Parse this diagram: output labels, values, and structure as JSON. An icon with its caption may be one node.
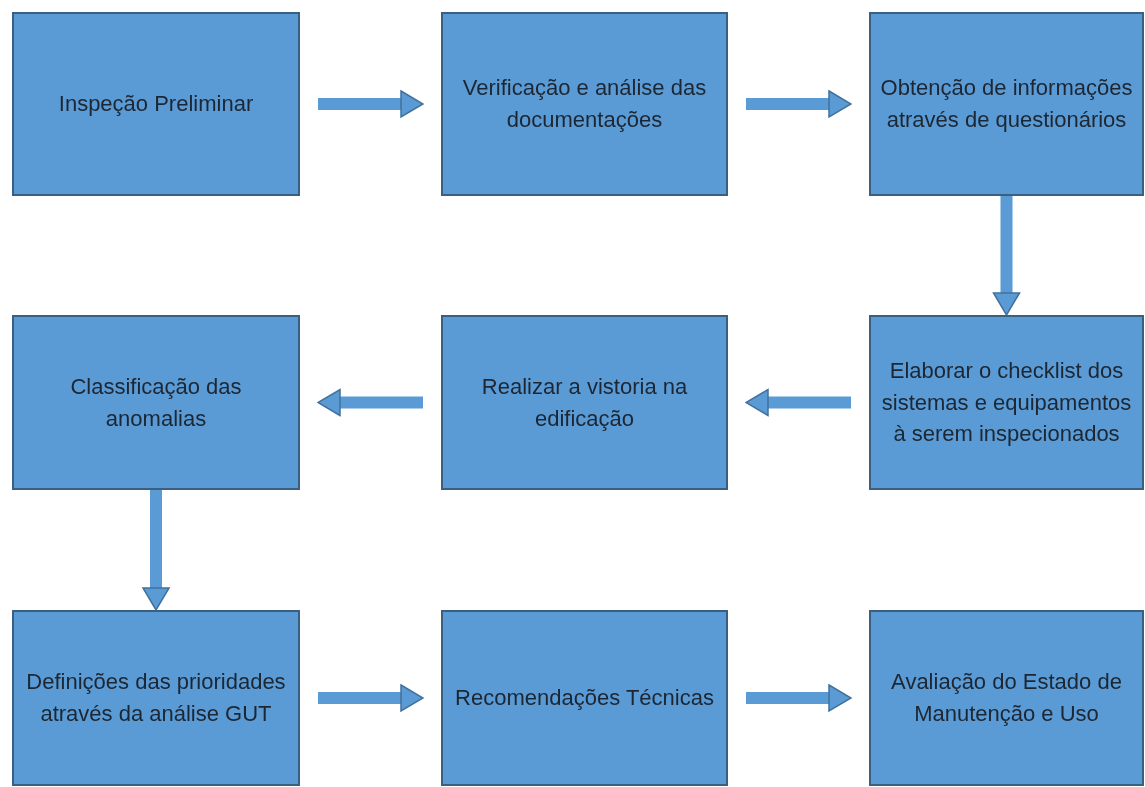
{
  "diagram": {
    "nodes": [
      {
        "text": [
          "Inspeção Preliminar"
        ]
      },
      {
        "text": [
          "Verificação e análise das documentações"
        ]
      },
      {
        "text": [
          "Obtenção de informações através de questionários"
        ]
      },
      {
        "text": [
          "Elaborar o checklist dos sistemas e equipamentos à serem inspecionados"
        ]
      },
      {
        "text": [
          "Realizar a vistoria na edificação"
        ]
      },
      {
        "text": [
          "Classificação das anomalias"
        ]
      },
      {
        "text": [
          "Definições das prioridades através da análise GUT"
        ]
      },
      {
        "text": [
          "Recomendações Técnicas"
        ]
      },
      {
        "text": [
          "Avaliação do Estado de Manutenção e Uso"
        ]
      }
    ],
    "edges": [
      {
        "from": 0,
        "to": 1,
        "arrow": "to"
      },
      {
        "from": 1,
        "to": 2,
        "arrow": "to"
      },
      {
        "from": 2,
        "to": 3,
        "arrow": "to"
      },
      {
        "from": 3,
        "to": 4,
        "arrow": "to"
      },
      {
        "from": 4,
        "to": 5,
        "arrow": "to"
      },
      {
        "from": 5,
        "to": 6,
        "arrow": "to"
      },
      {
        "from": 6,
        "to": 7,
        "arrow": "to"
      },
      {
        "from": 7,
        "to": 8,
        "arrow": "to"
      }
    ]
  }
}
